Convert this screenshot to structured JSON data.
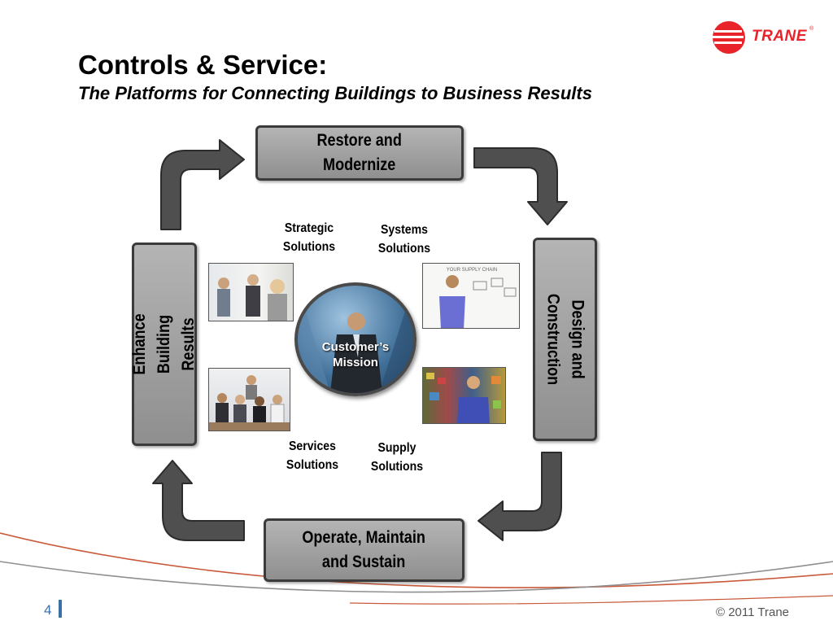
{
  "slide": {
    "title": "Controls & Service:",
    "subtitle": "The Platforms for Connecting Buildings to Business Results"
  },
  "logo": {
    "text": "TRANE",
    "registered_mark": "®",
    "colors": {
      "red": "#e8232a"
    }
  },
  "cycle": {
    "top_box": "Restore and\nModernize",
    "right_box": "Design and\nConstruction",
    "bottom_box": "Operate, Maintain\nand Sustain",
    "left_box": "Enhance Building\nResults",
    "arrow_color": "#4f4f4f",
    "box_color": "#a3a3a3"
  },
  "solutions": {
    "strategic": "Strategic\nSolutions",
    "systems": "Systems\nSolutions",
    "services": "Services\nSolutions",
    "supply": "Supply\nSolutions"
  },
  "center": {
    "label": "Customer’s\nMission"
  },
  "photos": {
    "systems_whiteboard_caption": "YOUR SUPPLY CHAIN"
  },
  "footer": {
    "page_number": "4",
    "copyright": "© 2011 Trane"
  }
}
